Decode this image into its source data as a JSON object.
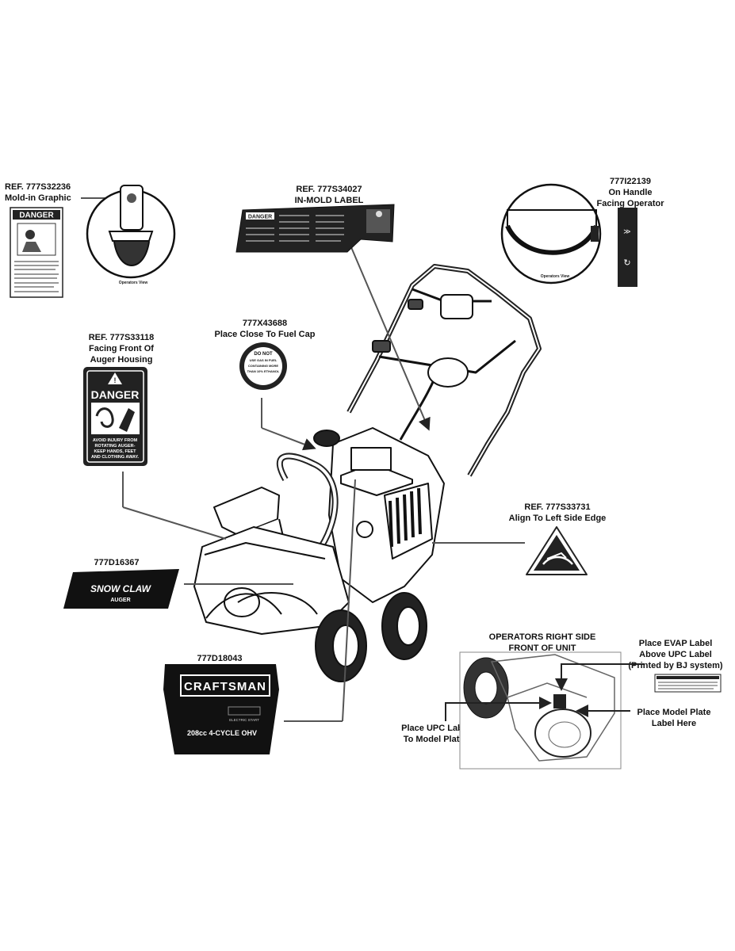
{
  "callouts": {
    "mold_graphic": {
      "ref": "REF. 777S32236",
      "desc": "Mold-in Graphic"
    },
    "in_mold_label": {
      "ref": "REF. 777S34027",
      "desc": "IN-MOLD LABEL"
    },
    "handle_label": {
      "ref": "777I22139",
      "line1": "On Handle",
      "line2": "Facing Operator"
    },
    "fuel_cap": {
      "ref": "777X43688",
      "desc": "Place Close To Fuel Cap"
    },
    "auger_housing": {
      "ref": "REF. 777S33118",
      "line1": "Facing Front Of",
      "line2": "Auger Housing"
    },
    "left_side": {
      "ref": "REF. 777S33731",
      "desc": "Align To Left Side Edge"
    },
    "snow_claw": {
      "ref": "777D16367"
    },
    "craftsman_panel": {
      "ref": "777D18043"
    },
    "right_side_inset": {
      "title1": "OPERATORS RIGHT SIDE",
      "title2": "FRONT OF UNIT",
      "evap1": "Place EVAP Label",
      "evap2": "Above UPC Label",
      "evap3": "(Printed by BJ system)",
      "model1": "Place Model Plate",
      "model2": "Label Here",
      "upc1": "Place UPC Label Next",
      "upc2": "To Model Plate Label"
    }
  },
  "labels": {
    "danger_word": "DANGER",
    "danger_word_small": "DANGER",
    "auger_warning": [
      "AVOID INJURY FROM",
      "ROTATING AUGER-",
      "KEEP HANDS, FEET",
      "AND CLOTHING AWAY."
    ],
    "fuel_cap_text": [
      "DO NOT",
      "USE GAS IN FUEL",
      "CONTAINING MORE",
      "THAN 10% ETHANOL"
    ],
    "snow_claw": "SNOW CLAW",
    "auger_word": "AUGER",
    "brand": "CRAFTSMAN",
    "electric_start": "ELECTRIC START",
    "engine": "208cc 4-CYCLE OHV",
    "operators_view": "Operators View"
  }
}
